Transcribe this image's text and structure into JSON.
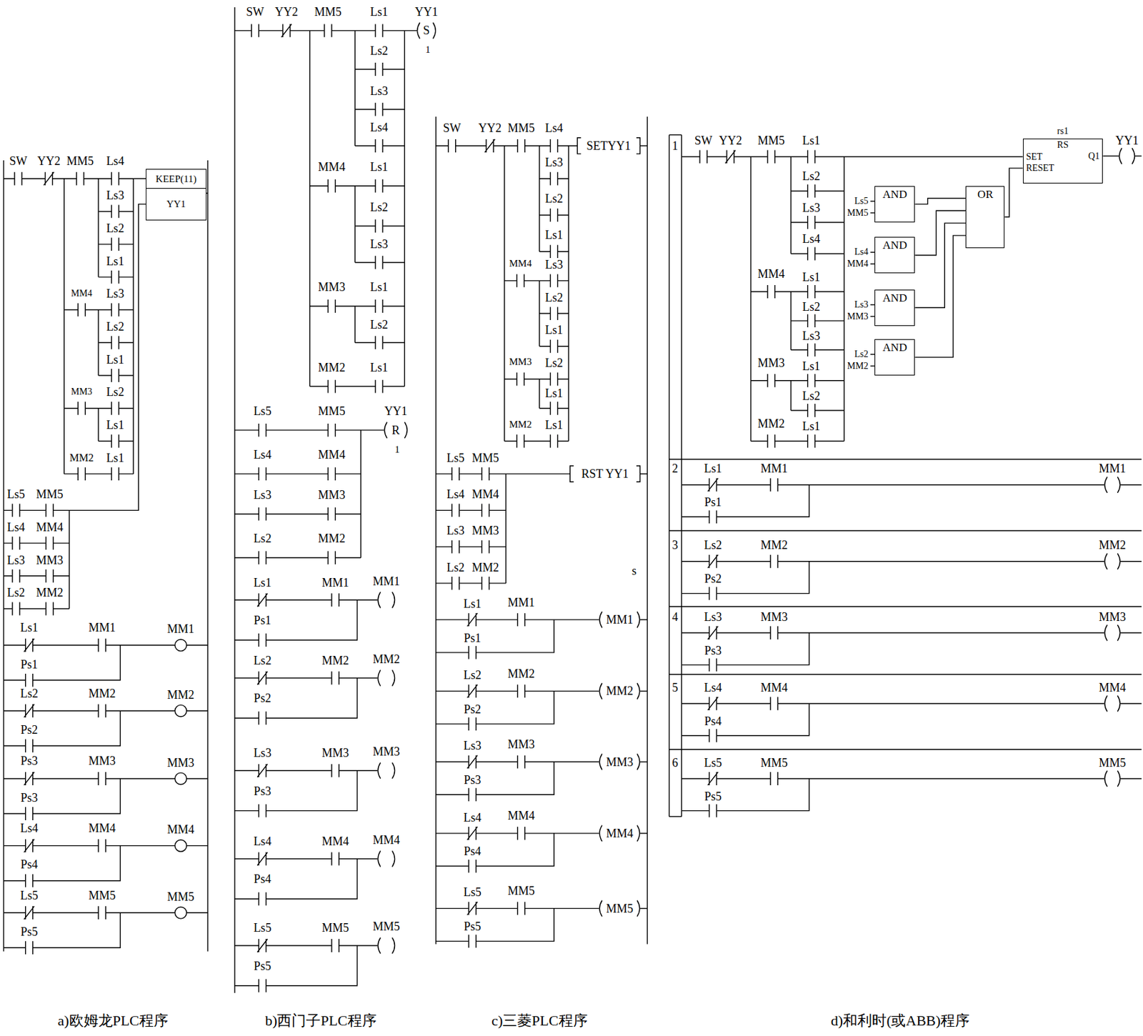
{
  "diagram": {
    "nodes": [
      {
        "text": [
          "KEEP(11)",
          "YY1"
        ]
      },
      {
        "text": [
          "rs1",
          "RS",
          "SET",
          "RESET",
          "Q1"
        ]
      },
      {
        "text": [
          "AND"
        ]
      },
      {
        "text": [
          "AND"
        ]
      },
      {
        "text": [
          "AND"
        ]
      },
      {
        "text": [
          "AND"
        ]
      },
      {
        "text": [
          "OR"
        ]
      }
    ],
    "edges": [
      {
        "from": 2,
        "to": 6,
        "arrow": "none"
      },
      {
        "from": 3,
        "to": 6,
        "arrow": "none"
      },
      {
        "from": 4,
        "to": 6,
        "arrow": "none"
      },
      {
        "from": 5,
        "to": 6,
        "arrow": "none"
      },
      {
        "from": 6,
        "to": 1,
        "arrow": "none"
      }
    ],
    "labels": [
      "SW",
      "YY2",
      "MM5",
      "Ls4",
      "Ls3",
      "Ls2",
      "Ls1",
      "MM4",
      "Ls3",
      "Ls2",
      "Ls1",
      "MM3",
      "Ls2",
      "Ls1",
      "MM2",
      "Ls1",
      "Ls5",
      "MM5",
      "Ls4",
      "MM4",
      "Ls3",
      "MM3",
      "Ls2",
      "MM2",
      "Ls1",
      "Ps1",
      "MM1",
      "MM1",
      "Ls2",
      "Ps2",
      "MM2",
      "MM2",
      "Ps3",
      "Ps3",
      "MM3",
      "MM3",
      "Ls4",
      "Ps4",
      "MM4",
      "MM4",
      "Ls5",
      "Ps5",
      "MM5",
      "MM5",
      "a)欧姆龙PLC程序",
      "SW",
      "YY2",
      "MM5",
      "Ls1",
      "YY1",
      "S",
      "1",
      "Ls2",
      "Ls3",
      "Ls4",
      "MM4",
      "Ls1",
      "Ls2",
      "Ls3",
      "MM3",
      "Ls1",
      "Ls2",
      "MM2",
      "Ls1",
      "Ls5",
      "MM5",
      "YY1",
      "R",
      "1",
      "Ls4",
      "MM4",
      "Ls3",
      "MM3",
      "Ls2",
      "MM2",
      "Ls1",
      "Ps1",
      "MM1",
      "MM1",
      "Ls2",
      "Ps2",
      "MM2",
      "MM2",
      "Ls3",
      "Ps3",
      "MM3",
      "MM3",
      "Ls4",
      "Ps4",
      "MM4",
      "MM4",
      "Ls5",
      "Ps5",
      "MM5",
      "MM5",
      "b)西门子PLC程序",
      "SW",
      "YY2",
      "MM5",
      "Ls4",
      "SETYY1",
      "Ls3",
      "Ls2",
      "Ls1",
      "MM4",
      "Ls3",
      "Ls2",
      "Ls1",
      "MM3",
      "Ls2",
      "Ls1",
      "MM2",
      "Ls1",
      "Ls5",
      "MM5",
      "RST YY1",
      "Ls4",
      "MM4",
      "Ls3",
      "MM3",
      "Ls2",
      "MM2",
      "s",
      "Ls1",
      "Ps1",
      "MM1",
      "MM1",
      "Ls2",
      "Ps2",
      "MM2",
      "MM2",
      "Ls3",
      "Ps3",
      "MM3",
      "MM3",
      "Ls4",
      "Ps4",
      "MM4",
      "MM4",
      "Ls5",
      "Ps5",
      "MM5",
      "MM5",
      "c)三菱PLC程序",
      "1",
      "SW",
      "YY2",
      "MM5",
      "Ls1",
      "YY1",
      "Ls2",
      "Ls3",
      "Ls4",
      "MM4",
      "Ls1",
      "Ls2",
      "Ls3",
      "MM3",
      "Ls1",
      "Ls2",
      "MM2",
      "Ls1",
      "Ls5",
      "MM5",
      "Ls4",
      "MM4",
      "Ls3",
      "MM3",
      "Ls2",
      "MM2",
      "2",
      "Ls1",
      "Ps1",
      "MM1",
      "MM1",
      "3",
      "Ls2",
      "Ps2",
      "MM2",
      "MM2",
      "4",
      "Ls3",
      "Ps3",
      "MM3",
      "MM3",
      "5",
      "Ls4",
      "Ps4",
      "MM4",
      "MM4",
      "6",
      "Ls5",
      "Ps5",
      "MM5",
      "MM5",
      "d)和利时(或ABB)程序"
    ]
  }
}
